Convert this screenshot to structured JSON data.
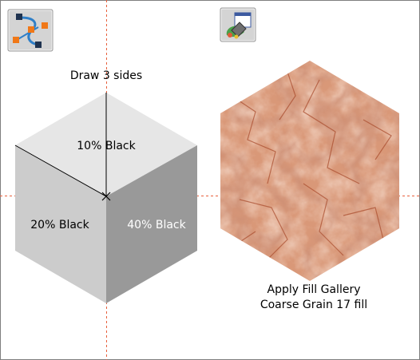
{
  "labels": {
    "draw_title": "Draw 3 sides",
    "top_face": "10% Black",
    "left_face": "20% Black",
    "right_face": "40% Black",
    "fill_line1": "Apply Fill Gallery",
    "fill_line2": "Coarse Grain 17 fill"
  },
  "colors": {
    "face_top": "#e6e6e6",
    "face_left": "#cccccc",
    "face_right": "#999999",
    "guide": "#e8603c",
    "texture_base": "#d99878",
    "texture_dark": "#a84a2c",
    "border": "#7f7f7f"
  },
  "toolbar": {
    "left_icon": "shape-editor-icon",
    "right_icon": "fill-gallery-icon"
  }
}
